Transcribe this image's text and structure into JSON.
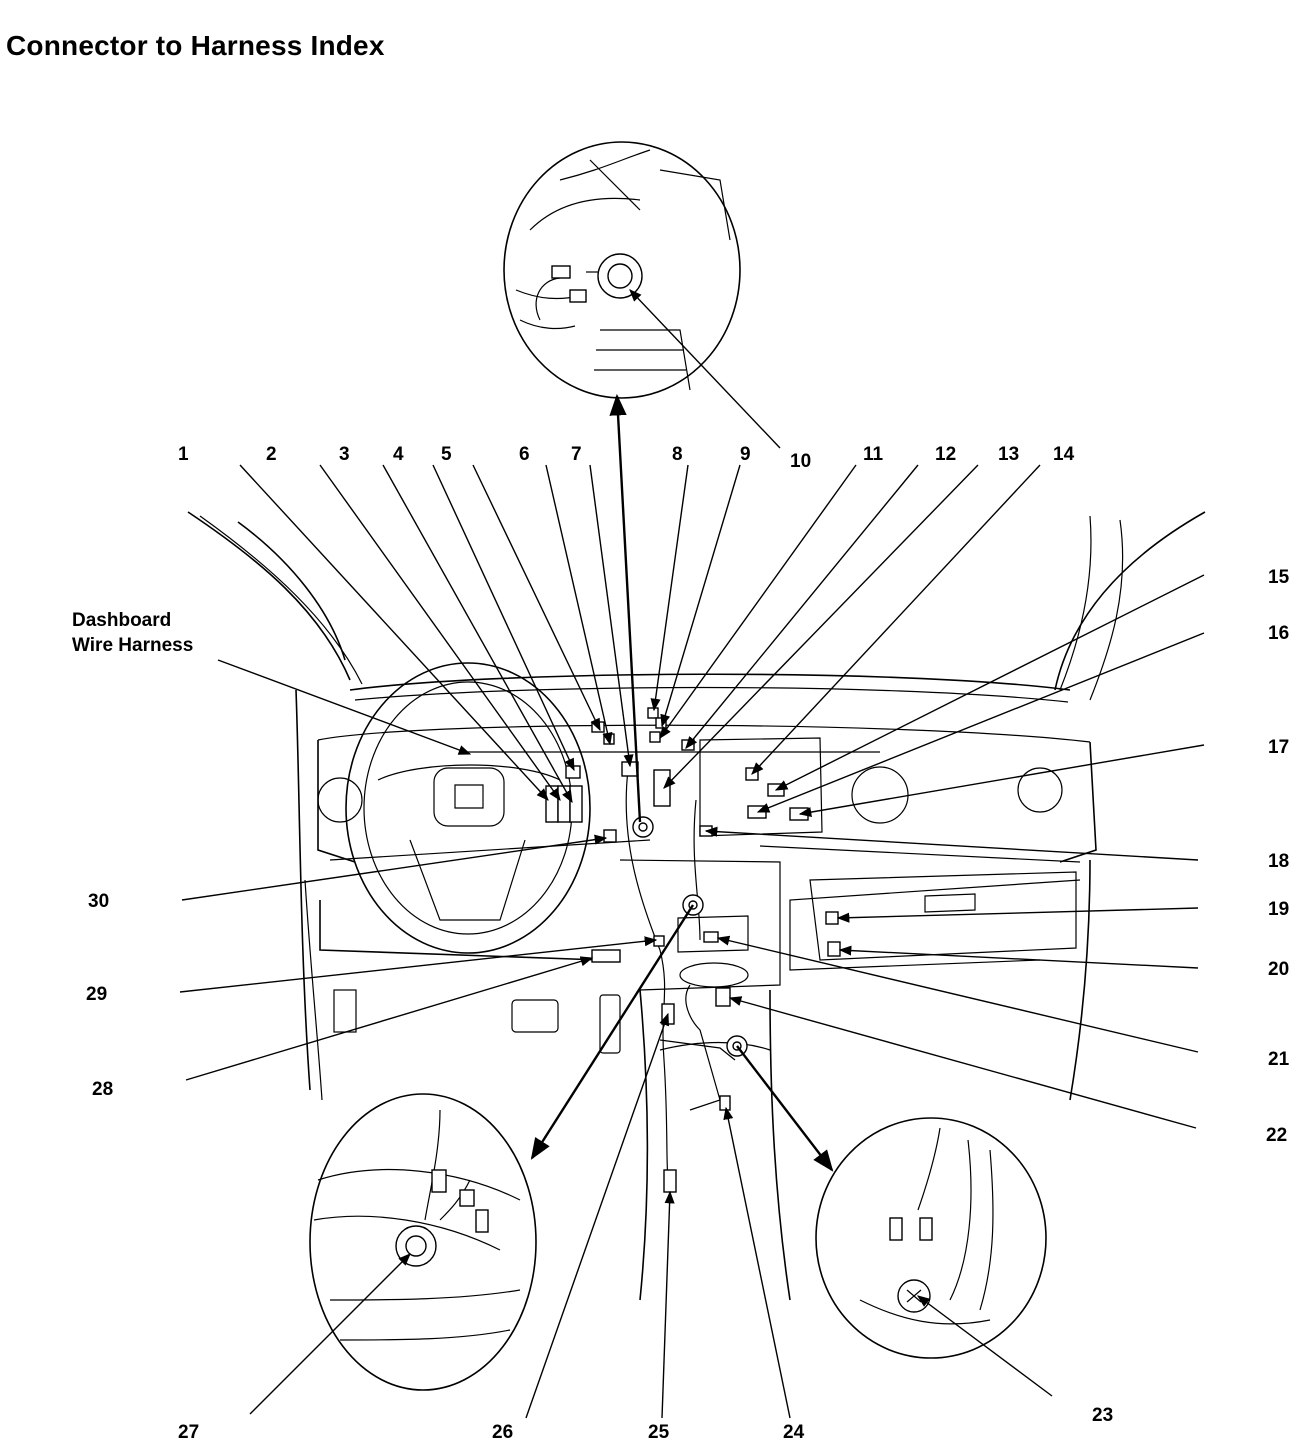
{
  "title": "Connector to Harness Index",
  "harness_label": {
    "line1": "Dashboard",
    "line2": "Wire Harness"
  },
  "callouts": {
    "n1": "1",
    "n2": "2",
    "n3": "3",
    "n4": "4",
    "n5": "5",
    "n6": "6",
    "n7": "7",
    "n8": "8",
    "n9": "9",
    "n10": "10",
    "n11": "11",
    "n12": "12",
    "n13": "13",
    "n14": "14",
    "n15": "15",
    "n16": "16",
    "n17": "17",
    "n18": "18",
    "n19": "19",
    "n20": "20",
    "n21": "21",
    "n22": "22",
    "n23": "23",
    "n24": "24",
    "n25": "25",
    "n26": "26",
    "n27": "27",
    "n28": "28",
    "n29": "29",
    "n30": "30"
  }
}
